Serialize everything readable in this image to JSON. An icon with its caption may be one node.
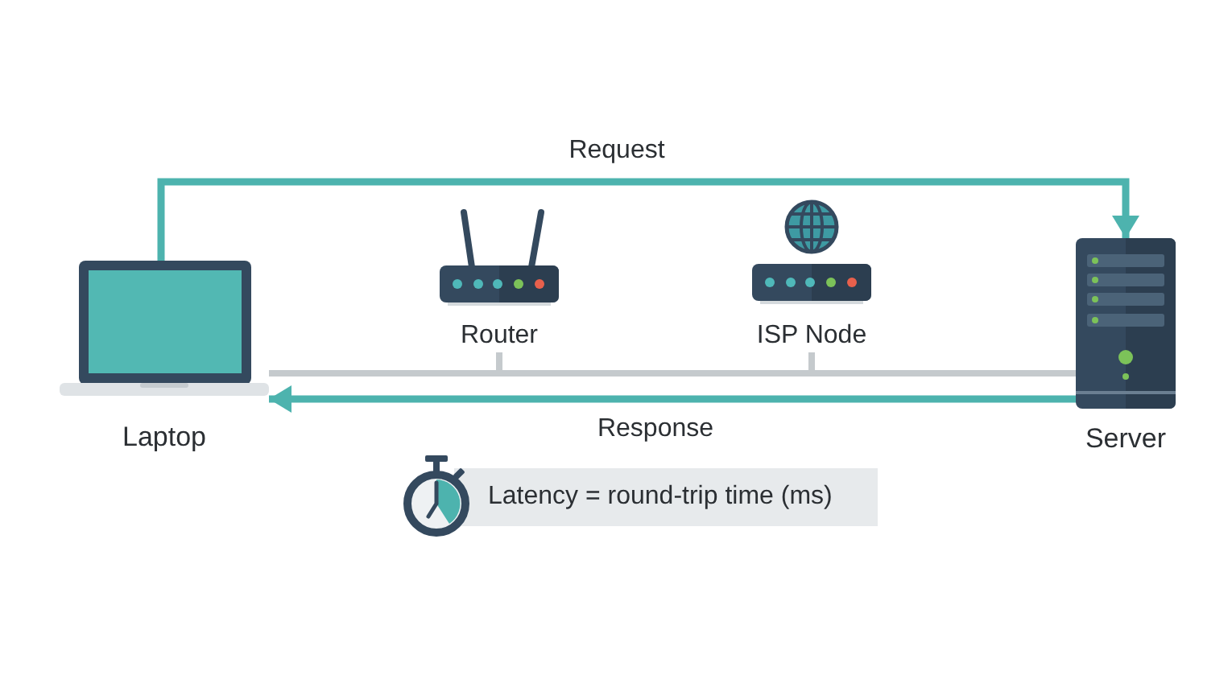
{
  "diagram": {
    "nodes": [
      {
        "text": [
          "Laptop"
        ]
      },
      {
        "text": [
          "Router"
        ]
      },
      {
        "text": [
          "ISP Node"
        ]
      },
      {
        "text": [
          "Server"
        ]
      },
      {
        "text": [
          "Latency = round-trip time (ms)"
        ]
      }
    ],
    "edges": [
      {
        "from": 0,
        "to": 3,
        "arrow": "to",
        "label": "Request",
        "color": "#4db3ae"
      },
      {
        "from": 3,
        "to": 0,
        "arrow": "to",
        "label": "Response",
        "color": "#4db3ae"
      },
      {
        "from": 0,
        "to": 1,
        "arrow": "none"
      },
      {
        "from": 1,
        "to": 2,
        "arrow": "none"
      },
      {
        "from": 2,
        "to": 3,
        "arrow": "none"
      }
    ]
  }
}
